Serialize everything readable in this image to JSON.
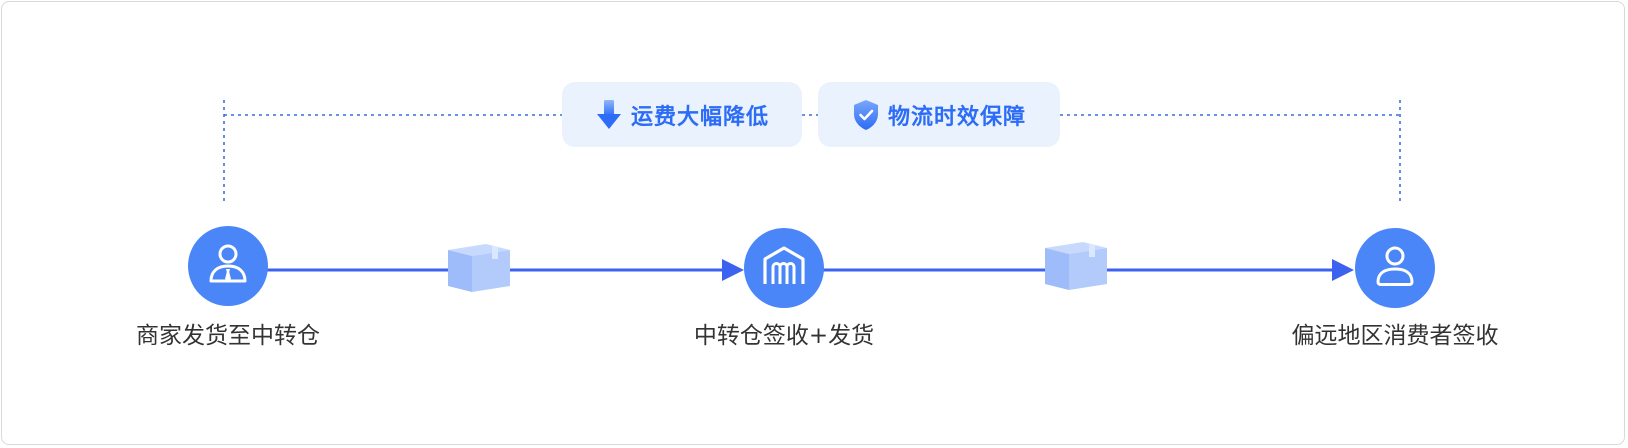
{
  "colors": {
    "accent": "#2c6cf6",
    "node_fill": "#4a86f7",
    "badge_bg": "#eaf2fd",
    "flow_line": "#3b63f0",
    "dotted_line": "#3a6fd9",
    "parcel": "#a6c4fb",
    "label_text": "#333333"
  },
  "badges": {
    "cost": {
      "label": "运费大幅降低",
      "icon": "arrow-down-icon"
    },
    "time": {
      "label": "物流时效保障",
      "icon": "shield-check-icon"
    }
  },
  "nodes": {
    "merchant": {
      "label": "商家发货至中转仓",
      "icon": "merchant-user-icon"
    },
    "hub": {
      "label": "中转仓签收+发货",
      "icon": "warehouse-icon"
    },
    "consumer": {
      "label": "偏远地区消费者签收",
      "icon": "consumer-user-icon"
    }
  },
  "parcels": [
    {
      "icon": "parcel-box-icon"
    },
    {
      "icon": "parcel-box-icon"
    }
  ]
}
